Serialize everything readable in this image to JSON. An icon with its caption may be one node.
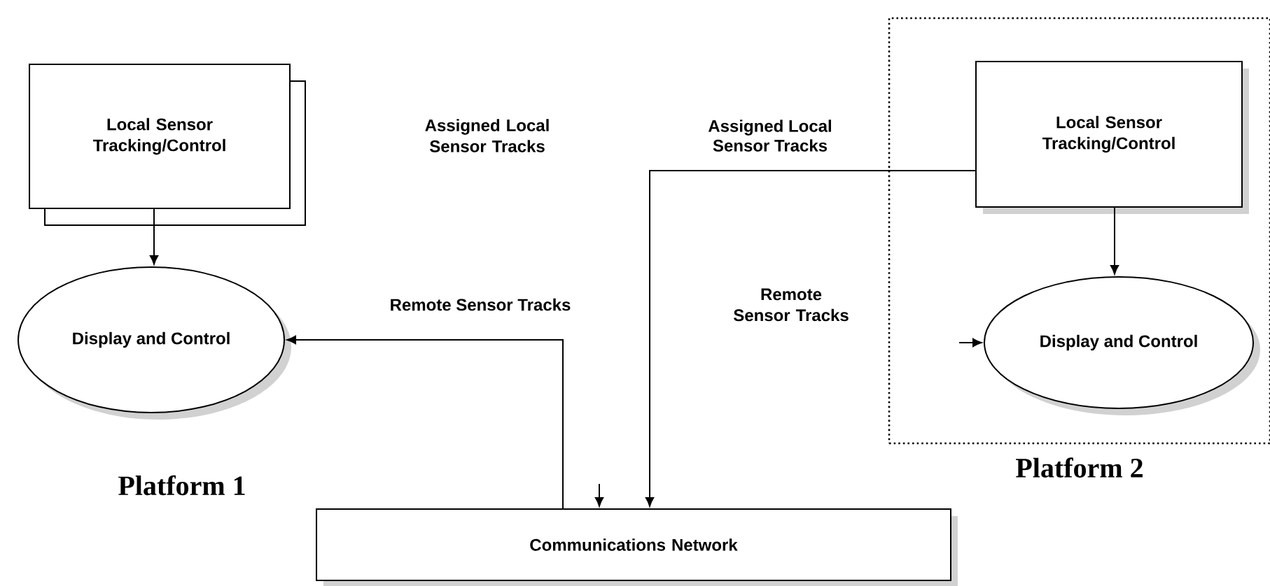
{
  "diagram": {
    "nodes": [
      {
        "text": [
          "Local Sensor Tracking/Control"
        ]
      },
      {
        "text": [
          "Display and Control"
        ]
      },
      {
        "text": [
          "Communications Network"
        ]
      },
      {
        "text": [
          "Platform 2"
        ]
      },
      {
        "text": [
          "Local Sensor Tracking/Control"
        ],
        "in": 3
      },
      {
        "text": [
          "Display and Control"
        ],
        "in": 3
      }
    ],
    "edges": [
      {
        "from": 0,
        "to": 1,
        "arrow": "to"
      },
      {
        "from": 2,
        "to": 1,
        "arrow": "to",
        "label": "Remote Sensor Tracks"
      },
      {
        "from": 4,
        "to": 2,
        "arrow": "to",
        "label": "Assigned Local Sensor Tracks"
      },
      {
        "from": 4,
        "to": 5,
        "arrow": "to"
      },
      {
        "from": null,
        "to": 2,
        "arrow": "to"
      },
      {
        "from": null,
        "to": 5,
        "arrow": "to"
      }
    ],
    "labels": [
      "Assigned Local Sensor Tracks",
      "Remote Sensor Tracks",
      "Platform 1"
    ]
  }
}
